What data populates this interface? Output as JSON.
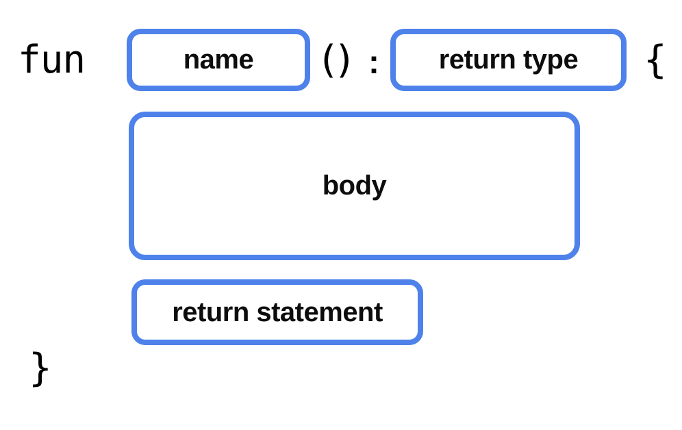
{
  "colors": {
    "box-border": "#4e82ea",
    "code-text": "#000000",
    "label-text": "#0d0d0d",
    "background": "#ffffff"
  },
  "code": {
    "keyword": "fun",
    "parentheses": "()",
    "colon": ":",
    "open_brace": "{",
    "close_brace": "}"
  },
  "slots": {
    "name": "name",
    "return_type": "return type",
    "body": "body",
    "return_statement": "return statement"
  }
}
